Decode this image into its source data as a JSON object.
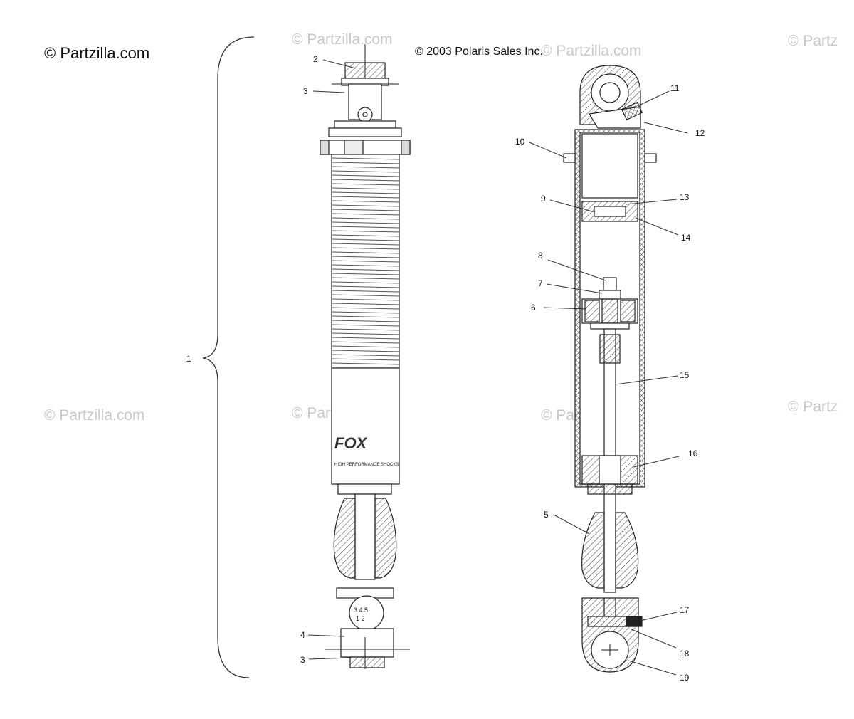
{
  "watermark": {
    "main": "© Partzilla.com",
    "repeat": "© Partzilla.com",
    "partial": "© Partz"
  },
  "copyright": "© 2003 Polaris Sales Inc.",
  "shock_branding": {
    "logo_text": "FOX",
    "tagline": "HIGH PERFORMANCE SHOCKS"
  },
  "callouts": {
    "c1": "1",
    "c2": "2",
    "c3a": "3",
    "c3b": "3",
    "c4": "4",
    "c5": "5",
    "c6": "6",
    "c7": "7",
    "c8": "8",
    "c9": "9",
    "c10": "10",
    "c11": "11",
    "c12": "12",
    "c13": "13",
    "c14": "14",
    "c15": "15",
    "c16": "16",
    "c17": "17",
    "c18": "18",
    "c19": "19"
  }
}
